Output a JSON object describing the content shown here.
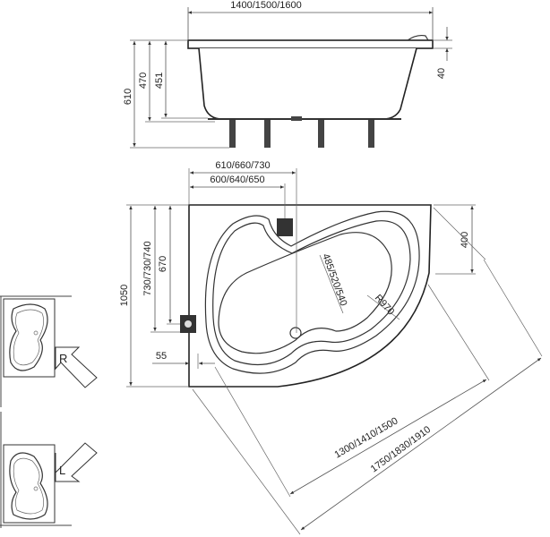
{
  "side_view": {
    "length_label": "1400/1500/1600",
    "height_total": "610",
    "height_rim": "470",
    "height_inner": "451",
    "rim_thickness": "40"
  },
  "top_view": {
    "width_outer": "610/660/730",
    "width_inner": "600/640/650",
    "depth_total": "1050",
    "depth_a": "730/730/740",
    "depth_b": "670",
    "corner_cut": "400",
    "offset": "55",
    "basin_width": "485/520/540",
    "radius": "R970",
    "diag_inner": "1300/1410/1500",
    "diag_outer": "1750/1830/1910"
  },
  "variants": {
    "right_label": "R",
    "left_label": "L"
  }
}
